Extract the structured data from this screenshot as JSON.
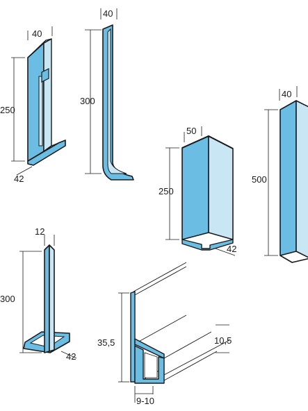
{
  "colors": {
    "blue": "#6bbde3",
    "light_blue": "#c8e6f4",
    "outline": "#1a1a1a",
    "background": "#ffffff"
  },
  "parts": [
    {
      "id": "profile-1",
      "dimensions": [
        "40",
        "250",
        "42"
      ]
    },
    {
      "id": "profile-2",
      "dimensions": [
        "40",
        "300"
      ]
    },
    {
      "id": "profile-3",
      "dimensions": [
        "50",
        "250",
        "42"
      ]
    },
    {
      "id": "profile-4",
      "dimensions": [
        "40",
        "500"
      ]
    },
    {
      "id": "profile-5",
      "dimensions": [
        "12",
        "300",
        "42"
      ]
    },
    {
      "id": "profile-6",
      "dimensions": [
        "35,5",
        "10,5",
        "9-10"
      ]
    }
  ]
}
